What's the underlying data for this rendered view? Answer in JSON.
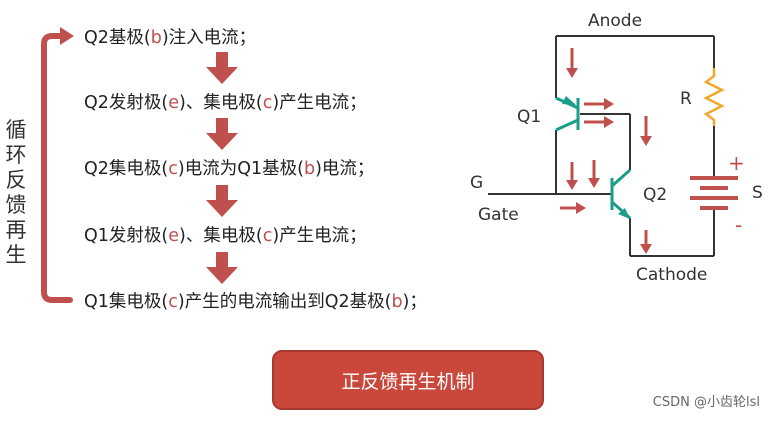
{
  "loop_label": "循环反馈再生",
  "steps": [
    {
      "parts": [
        {
          "t": "Q2基极("
        },
        {
          "t": "b",
          "hl": true
        },
        {
          "t": ")注入电流；"
        }
      ]
    },
    {
      "parts": [
        {
          "t": "Q2发射极("
        },
        {
          "t": "e",
          "hl": true
        },
        {
          "t": ")、集电极("
        },
        {
          "t": "c",
          "hl": true
        },
        {
          "t": ")产生电流；"
        }
      ]
    },
    {
      "parts": [
        {
          "t": "Q2集电极("
        },
        {
          "t": "c",
          "hl": true
        },
        {
          "t": ")电流为Q1基极("
        },
        {
          "t": "b",
          "hl": true
        },
        {
          "t": ")电流；"
        }
      ]
    },
    {
      "parts": [
        {
          "t": "Q1发射极("
        },
        {
          "t": "e",
          "hl": true
        },
        {
          "t": ")、集电极("
        },
        {
          "t": "c",
          "hl": true
        },
        {
          "t": ")产生电流；"
        }
      ]
    },
    {
      "parts": [
        {
          "t": "Q1集电极("
        },
        {
          "t": "c",
          "hl": true
        },
        {
          "t": ")产生的电流输出到Q2基极("
        },
        {
          "t": "b",
          "hl": true
        },
        {
          "t": ")；"
        }
      ]
    }
  ],
  "circuit": {
    "anode": "Anode",
    "cathode": "Cathode",
    "q1": "Q1",
    "q2": "Q2",
    "r": "R",
    "g": "G",
    "gate": "Gate",
    "s": "S",
    "plus": "+",
    "minus": "-"
  },
  "button_label": "正反馈再生机制",
  "watermark": "CSDN @小齿轮lsl",
  "colors": {
    "accent": "#c0504d",
    "button": "#c9473b",
    "transistor": "#1a9e8a",
    "resistor": "#f0a830",
    "wire": "#333333"
  }
}
